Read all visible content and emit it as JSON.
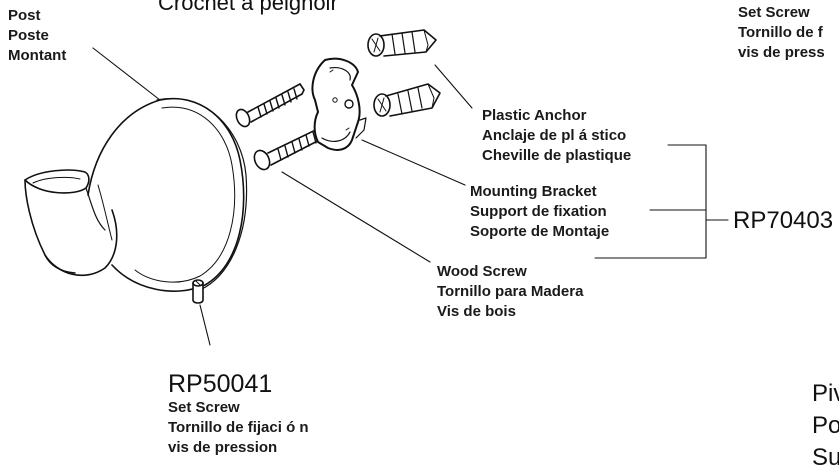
{
  "title_fragment": "Crochet à peignoir",
  "post": {
    "lines": [
      "Post",
      "Poste",
      "Montant"
    ]
  },
  "top_right_set_screw": {
    "lines": [
      "Set Screw",
      "Tornillo de f",
      "vis de press"
    ]
  },
  "plastic_anchor": {
    "lines": [
      "Plastic Anchor",
      "Anclaje de pl á stico",
      "Cheville de plastique"
    ]
  },
  "mounting_bracket": {
    "lines": [
      "Mounting Bracket",
      "Support de fixation",
      "Soporte de Montaje"
    ]
  },
  "wood_screw": {
    "lines": [
      "Wood Screw",
      "Tornillo para Madera",
      "Vis de bois"
    ]
  },
  "kit_part_number": "RP70403",
  "set_screw_part": {
    "part_number": "RP50041",
    "lines": [
      "Set Screw",
      "Tornillo de fijaci ó n",
      "vis de pression"
    ]
  },
  "pivot_fragment": {
    "lines": [
      "Piv",
      "Po",
      "Su"
    ]
  }
}
